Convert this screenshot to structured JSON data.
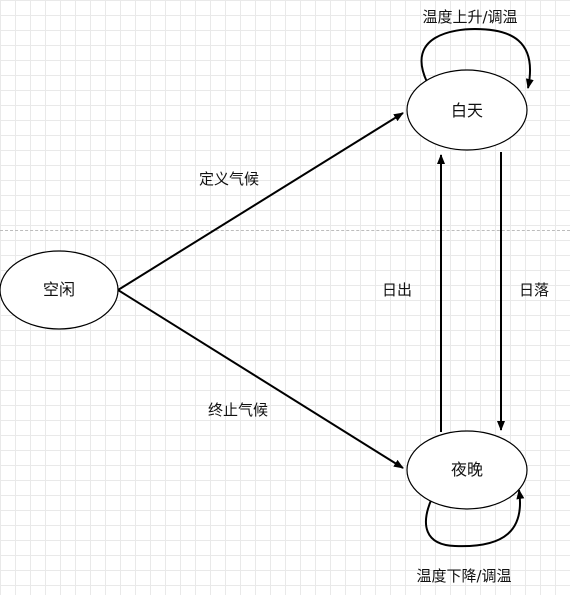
{
  "diagram": {
    "states": {
      "idle": "空闲",
      "day": "白天",
      "night": "夜晚"
    },
    "transitions": {
      "define_climate": "定义气候",
      "terminate_climate": "终止气候",
      "sunrise": "日出",
      "sunset": "日落",
      "day_self_loop": "温度上升/调温",
      "night_self_loop": "温度下降/调温"
    }
  }
}
